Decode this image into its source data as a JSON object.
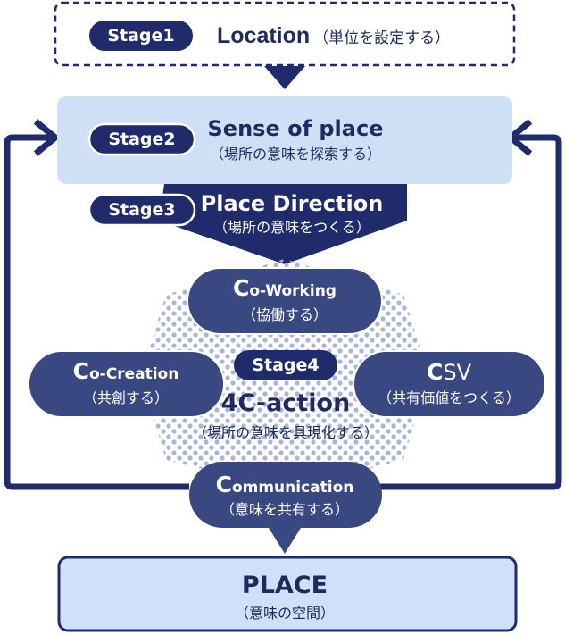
{
  "colors": {
    "navy": "#1f2b6b",
    "navy_text": "#1f2b5e",
    "pill_fill": "#3a4882",
    "stage2_fill": "#cfe0f6",
    "place_fill": "#cfe0fb",
    "dots": "#a9b4d6"
  },
  "stages": {
    "stage1": {
      "badge": "Stage1",
      "title": "Location",
      "subtitle": "（単位を設定する）"
    },
    "stage2": {
      "badge": "Stage2",
      "title": "Sense of place",
      "subtitle": "（場所の意味を探索する）"
    },
    "stage3": {
      "badge": "Stage3",
      "title": "Place Direction",
      "subtitle": "（場所の意味をつくる）"
    },
    "stage4": {
      "badge": "Stage4",
      "title": "4C-action",
      "subtitle": "（場所の意味を具現化する）"
    }
  },
  "actions": {
    "coworking": {
      "initial": "C",
      "rest": "o-Working",
      "subtitle": "（協働する）"
    },
    "cocreation": {
      "initial": "C",
      "rest": "o-Creation",
      "subtitle": "（共創する）"
    },
    "csv": {
      "initial": "C",
      "rest": "SV",
      "subtitle": "（共有価値をつくる）"
    },
    "communication": {
      "initial": "C",
      "rest": "ommunication",
      "subtitle": "（意味を共有する）"
    }
  },
  "place": {
    "title": "PLACE",
    "subtitle": "（意味の空間）"
  }
}
